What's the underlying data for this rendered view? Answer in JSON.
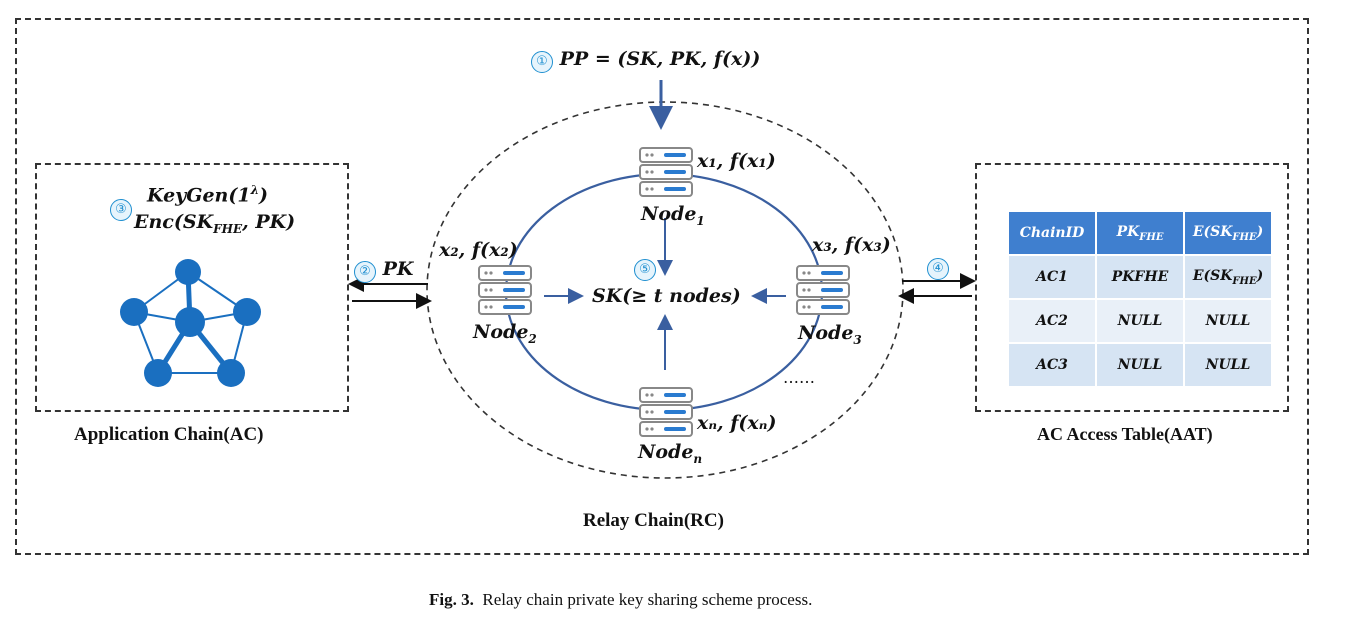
{
  "steps": {
    "s1": "①",
    "s2": "②",
    "s3": "③",
    "s4": "④",
    "s5": "⑤"
  },
  "pp": {
    "lhs": "PP",
    "rhs": "(SK, PK, f(x))"
  },
  "ac": {
    "keygen": "KeyGen(1",
    "keygen_sup": "λ",
    "keygen_close": ")",
    "enc_pre": "Enc(SK",
    "enc_sub": "FHE",
    "enc_post": ", PK)",
    "title": "Application Chain(AC)"
  },
  "pk_label": "PK",
  "relay": {
    "title": "Relay Chain(RC)",
    "sk_label": "SK(≥ t nodes)",
    "ellipsis": "……",
    "nodes": [
      {
        "name": "Node",
        "sub": "1",
        "share": "x₁, f(x₁)"
      },
      {
        "name": "Node",
        "sub": "2",
        "share": "x₂, f(x₂)"
      },
      {
        "name": "Node",
        "sub": "3",
        "share": "x₃, f(x₃)"
      },
      {
        "name": "Node",
        "sub": "n",
        "share": "xₙ, f(xₙ)"
      }
    ]
  },
  "aat": {
    "title": "AC Access Table(AAT)",
    "headers": [
      "ChainID",
      "PK_FHE",
      "E(SK_FHE)"
    ],
    "header_display": {
      "c0": "ChainID",
      "c1": "PK",
      "c1_sub": "FHE",
      "c2": "E(SK",
      "c2_sub": "FHE",
      "c2_close": ")"
    },
    "rows": [
      [
        "AC1",
        "PKFHE",
        "E(SK_FHE)"
      ],
      [
        "AC2",
        "NULL",
        "NULL"
      ],
      [
        "AC3",
        "NULL",
        "NULL"
      ]
    ]
  },
  "caption": {
    "fig": "Fig. 3.",
    "text": "Relay chain private key sharing scheme process."
  },
  "colors": {
    "accent": "#3a5fa0",
    "step": "#1f8fd0",
    "header": "#3f7fcf",
    "cell": "#d6e4f3",
    "graph": "#1a6fc0"
  },
  "icons": [
    "server-icon",
    "network-graph-icon"
  ]
}
